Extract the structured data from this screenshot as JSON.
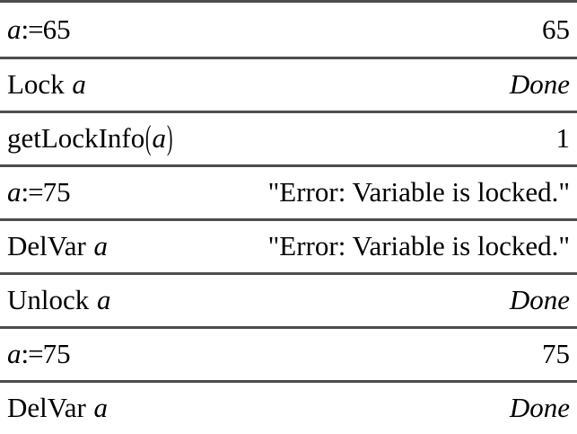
{
  "app": {
    "name": "cas-calculator-history",
    "background_color": "#ffffff",
    "rule_color": "#4d4d4d",
    "text_color": "#000000"
  },
  "history": {
    "rows": [
      {
        "entry_prefix": "a",
        "entry_operator": ":=",
        "entry_suffix": "65",
        "entry_plain": "a:=65",
        "result": "65",
        "result_style": "upright"
      },
      {
        "entry_prefix": "Lock",
        "entry_operator": "",
        "entry_suffix": "a",
        "entry_plain": "Lock a",
        "result": "Done",
        "result_style": "italic"
      },
      {
        "entry_prefix": "getLockInfo",
        "entry_operator": "(",
        "entry_suffix": "a",
        "entry_plain": "getLockInfo(a)",
        "result": "1",
        "result_style": "upright"
      },
      {
        "entry_prefix": "a",
        "entry_operator": ":=",
        "entry_suffix": "75",
        "entry_plain": "a:=75",
        "result": "\"Error: Variable is locked.\"",
        "result_style": "upright"
      },
      {
        "entry_prefix": "DelVar",
        "entry_operator": "",
        "entry_suffix": "a",
        "entry_plain": "DelVar a",
        "result": "\"Error: Variable is locked.\"",
        "result_style": "upright"
      },
      {
        "entry_prefix": "Unlock",
        "entry_operator": "",
        "entry_suffix": "a",
        "entry_plain": "Unlock a",
        "result": "Done",
        "result_style": "italic"
      },
      {
        "entry_prefix": "a",
        "entry_operator": ":=",
        "entry_suffix": "75",
        "entry_plain": "a:=75",
        "result": "75",
        "result_style": "upright"
      },
      {
        "entry_prefix": "DelVar",
        "entry_operator": "",
        "entry_suffix": "a",
        "entry_plain": "DelVar a",
        "result": "Done",
        "result_style": "italic"
      }
    ]
  }
}
